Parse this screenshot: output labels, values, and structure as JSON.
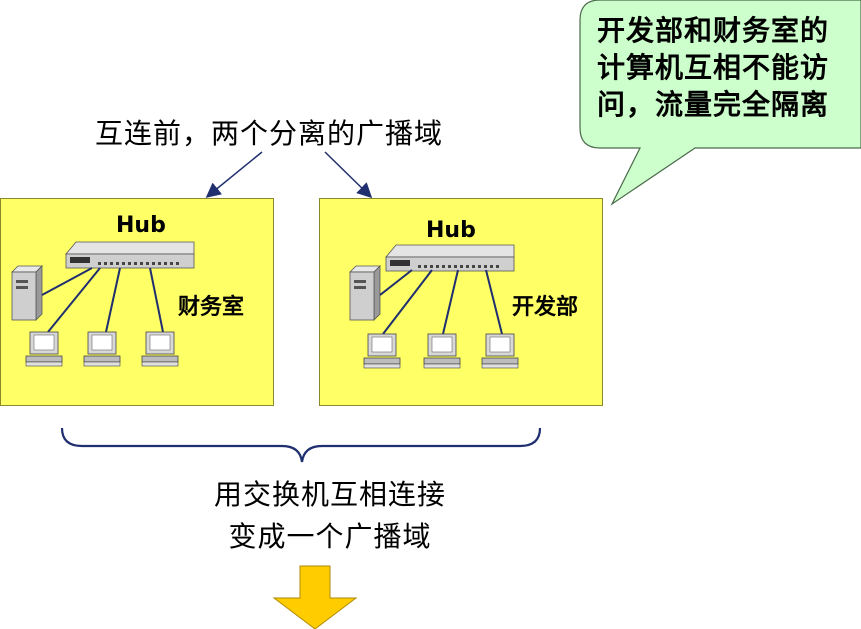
{
  "top_caption": "互连前，两个分离的广播域",
  "callout": {
    "lines": [
      "开发部和财务室的",
      "计算机互相不能访",
      "问，流量完全隔离"
    ],
    "fill": "#ccffcc"
  },
  "panels": [
    {
      "hub_label": "Hub",
      "room_label": "财务室"
    },
    {
      "hub_label": "Hub",
      "room_label": "开发部"
    }
  ],
  "bottom": {
    "line1": "用交换机互相连接",
    "line2": "变成一个广播域"
  },
  "colors": {
    "panel": "#ffff66",
    "brace": "#1f2f6f",
    "arrow_fill": "#ffcc00"
  }
}
